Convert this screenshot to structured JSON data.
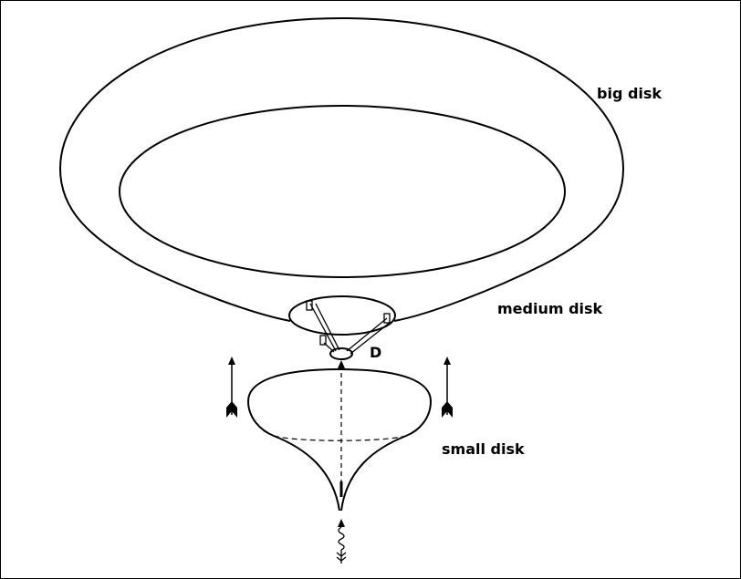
{
  "labels": {
    "big_disk": "big disk",
    "medium_disk": "medium disk",
    "small_disk": "small disk",
    "point_d": "D",
    "point_i": "I"
  },
  "colors": {
    "stroke": "#000000",
    "background": "#ffffff"
  },
  "icons": [
    "up-arrow-icon",
    "fletched-arrow-icon",
    "coil-spring-icon",
    "trigger-icon"
  ]
}
